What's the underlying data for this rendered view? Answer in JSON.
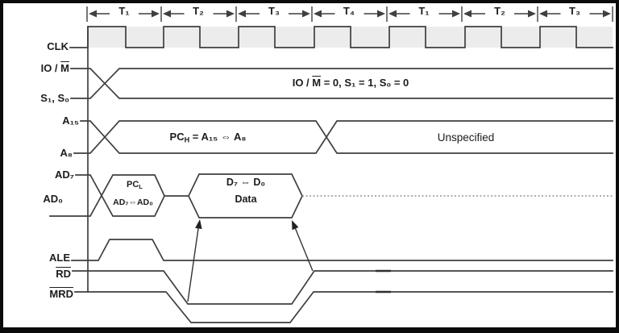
{
  "timing_header": {
    "labels": [
      "T₁",
      "T₂",
      "T₃",
      "T₄",
      "T₁",
      "T₂",
      "T₃"
    ]
  },
  "signals": {
    "clk": "CLK",
    "iom_parts": [
      {
        "t": "IO / "
      },
      {
        "t": "M",
        "over": true
      }
    ],
    "s1s0": "S₁, S₀",
    "a15": "A₁₅",
    "a8": "A₈",
    "ad7": "AD₇",
    "ad0": "AD₀",
    "ale": "ALE",
    "rd_parts": [
      {
        "t": "RD",
        "over": true
      }
    ],
    "mrd_parts": [
      {
        "t": "MRD",
        "over": true
      }
    ]
  },
  "annotations": {
    "status_parts": [
      {
        "t": "IO / "
      },
      {
        "t": "M",
        "over": true
      },
      {
        "t": " = 0, S₁ = 1, S₀ = 0"
      }
    ],
    "pch_parts": [
      {
        "t": "PC"
      },
      {
        "t": "H",
        "sub": true
      },
      {
        "t": " = A₁₅ ⇔ A₈"
      }
    ],
    "unspecified": "Unspecified",
    "pcl_line1_parts": [
      {
        "t": "PC"
      },
      {
        "t": "L",
        "sub": true
      }
    ],
    "pcl_line2": "AD₇⇔AD₀",
    "data_line1": "D₇ ⇔ D₀",
    "data_line2": "Data"
  },
  "colors": {
    "line": "#3f3f3f",
    "text": "#1c1c1c",
    "clk_band": "#ececec",
    "background": "#ffffff",
    "border": "#0b0b0b",
    "dotted": "#7d7d7d"
  }
}
